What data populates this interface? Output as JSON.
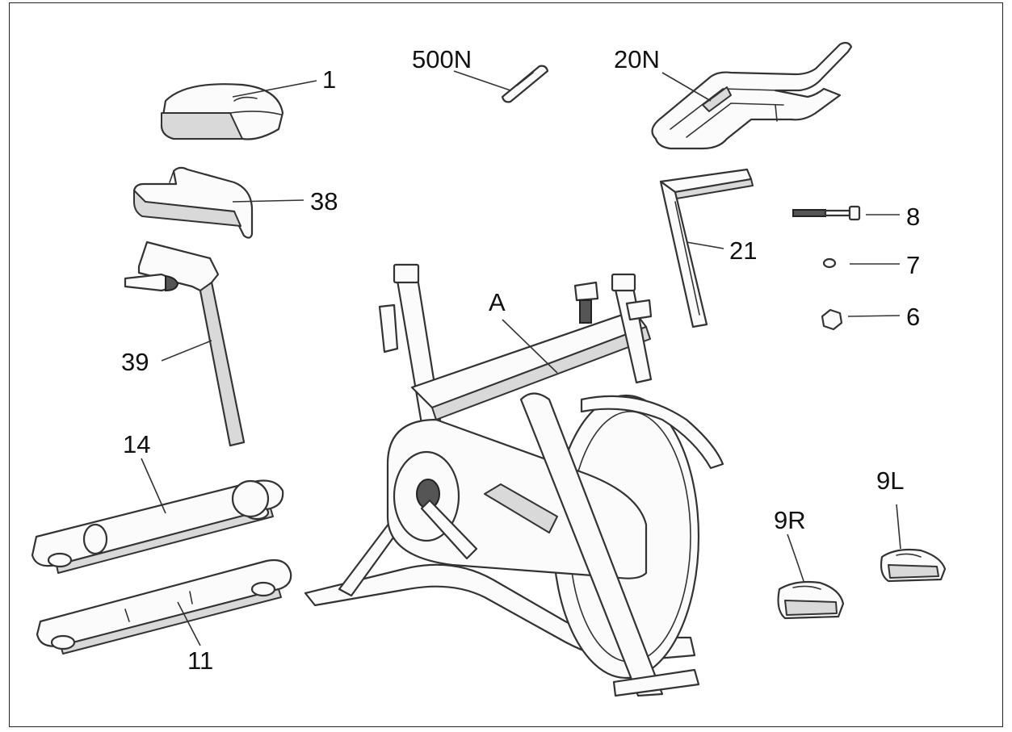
{
  "labels": {
    "p1": "1",
    "p500n": "500N",
    "p20n": "20N",
    "p38": "38",
    "p8": "8",
    "p21": "21",
    "p7": "7",
    "p6": "6",
    "pa": "A",
    "p39": "39",
    "p14": "14",
    "p9l": "9L",
    "p9r": "9R",
    "p11": "11"
  }
}
